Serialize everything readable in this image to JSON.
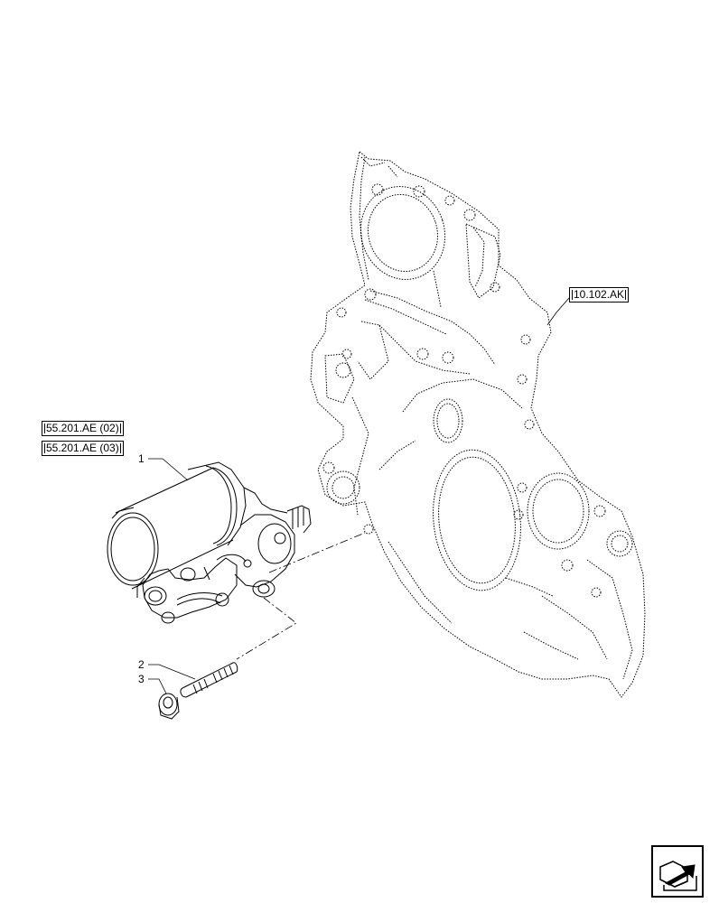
{
  "references": {
    "ref_a": "55.201.AE (02)",
    "ref_b": "55.201.AE (03)",
    "ref_c": "10.102.AK"
  },
  "callouts": {
    "item_1": "1",
    "item_2": "2",
    "item_3": "3"
  },
  "icons": {
    "nav": "next-page-arrow-icon"
  }
}
